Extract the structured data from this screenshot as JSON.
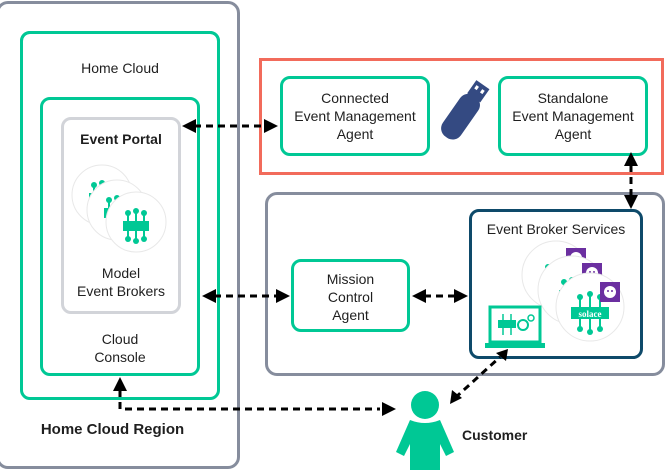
{
  "colors": {
    "green": "#00c895",
    "region_border": "#868d9d",
    "portal_border": "#d2d4d9",
    "offline_border": "#f26b5b",
    "broker_services_border": "#0e4a6a",
    "usb_drive": "#344a82",
    "solace_purple": "#6b2fa0",
    "arrow": "#000000"
  },
  "home_cloud_region": {
    "label": "Home Cloud Region",
    "home_cloud": {
      "label": "Home Cloud",
      "cloud_console": {
        "label": "Cloud\nConsole",
        "event_portal": {
          "title": "Event Portal",
          "model_brokers_label": "Model\nEvent Brokers",
          "icon": "event-broker-stack-icon"
        }
      }
    }
  },
  "offline_zone": {
    "connected_ema": "Connected\nEvent Management\nAgent",
    "standalone_ema": "Standalone\nEvent Management\nAgent",
    "transfer_icon": "usb-drive-icon"
  },
  "customer_region": {
    "mission_control_agent": "Mission\nControl\nAgent",
    "event_broker_services": {
      "title": "Event Broker Services",
      "broker_logo_text": "solace",
      "icons": [
        "solace-broker-stack-icon",
        "laptop-broker-icon"
      ]
    }
  },
  "customer": {
    "label": "Customer",
    "icon": "person-icon"
  },
  "connections": [
    {
      "from": "event-portal",
      "to": "connected-ema",
      "type": "bidirectional-dashed"
    },
    {
      "from": "standalone-ema",
      "to": "event-broker-services",
      "type": "bidirectional-dashed"
    },
    {
      "from": "cloud-console",
      "to": "mission-control-agent",
      "type": "bidirectional-dashed"
    },
    {
      "from": "mission-control-agent",
      "to": "event-broker-services",
      "type": "bidirectional-dashed"
    },
    {
      "from": "cloud-console",
      "to": "customer",
      "type": "bidirectional-dashed"
    },
    {
      "from": "customer",
      "to": "event-broker-services",
      "type": "bidirectional-dashed"
    }
  ]
}
